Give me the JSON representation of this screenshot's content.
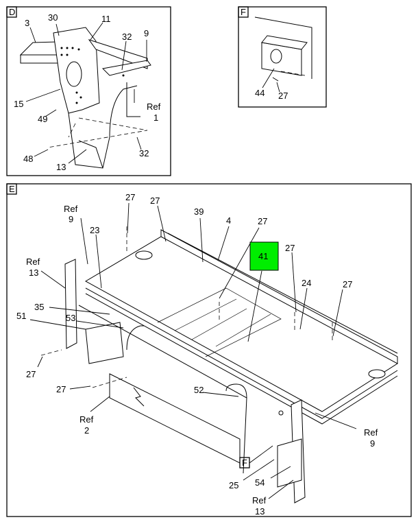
{
  "detail_d": {
    "label": "D",
    "callouts": [
      "3",
      "30",
      "11",
      "32",
      "9",
      "15",
      "Ref",
      "1",
      "49",
      "48",
      "13",
      "32"
    ]
  },
  "detail_f": {
    "label": "F",
    "callouts": [
      "44",
      "27"
    ]
  },
  "view_e": {
    "label": "E",
    "highlighted_callout": "41",
    "highlight_color": "#00ee00",
    "callouts": [
      "27",
      "27",
      "Ref",
      "9",
      "39",
      "4",
      "27",
      "23",
      "Ref",
      "13",
      "27",
      "24",
      "27",
      "35",
      "51",
      "53",
      "27",
      "27",
      "52",
      "Ref",
      "2",
      "Ref",
      "9",
      "25",
      "54",
      "Ref",
      "13"
    ],
    "detail_flag": "F"
  }
}
